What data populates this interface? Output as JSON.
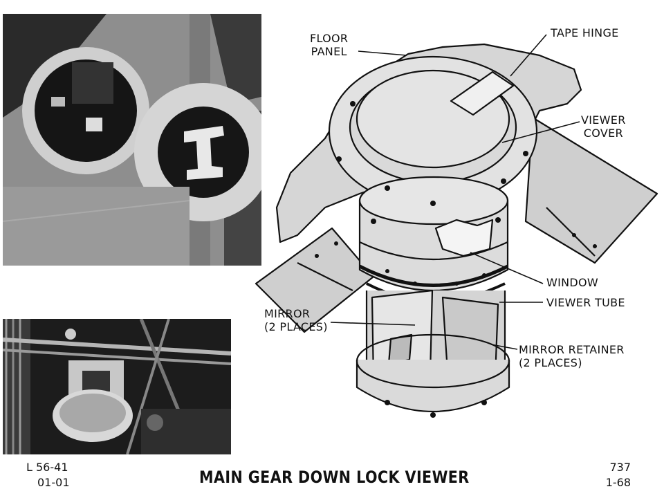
{
  "labels": {
    "floor_panel": [
      "FLOOR",
      "PANEL"
    ],
    "tape_hinge": "TAPE HINGE",
    "viewer_cover": [
      "VIEWER",
      "COVER"
    ],
    "window": "WINDOW",
    "viewer_tube": "VIEWER TUBE",
    "mirror": [
      "MIRROR",
      "(2 PLACES)"
    ],
    "mirror_retainer": [
      "MIRROR RETAINER",
      "(2 PLACES)"
    ]
  },
  "footer": {
    "ref_code": "L 56-41",
    "ref_date": "01-01",
    "title": "MAIN GEAR DOWN LOCK VIEWER",
    "page_number": "737",
    "page_date": "1-68"
  },
  "colors": {
    "ink": "#111111",
    "photo_dark": "#1e1e1e",
    "photo_mid": "#8a8a8a",
    "paper": "#ffffff"
  }
}
